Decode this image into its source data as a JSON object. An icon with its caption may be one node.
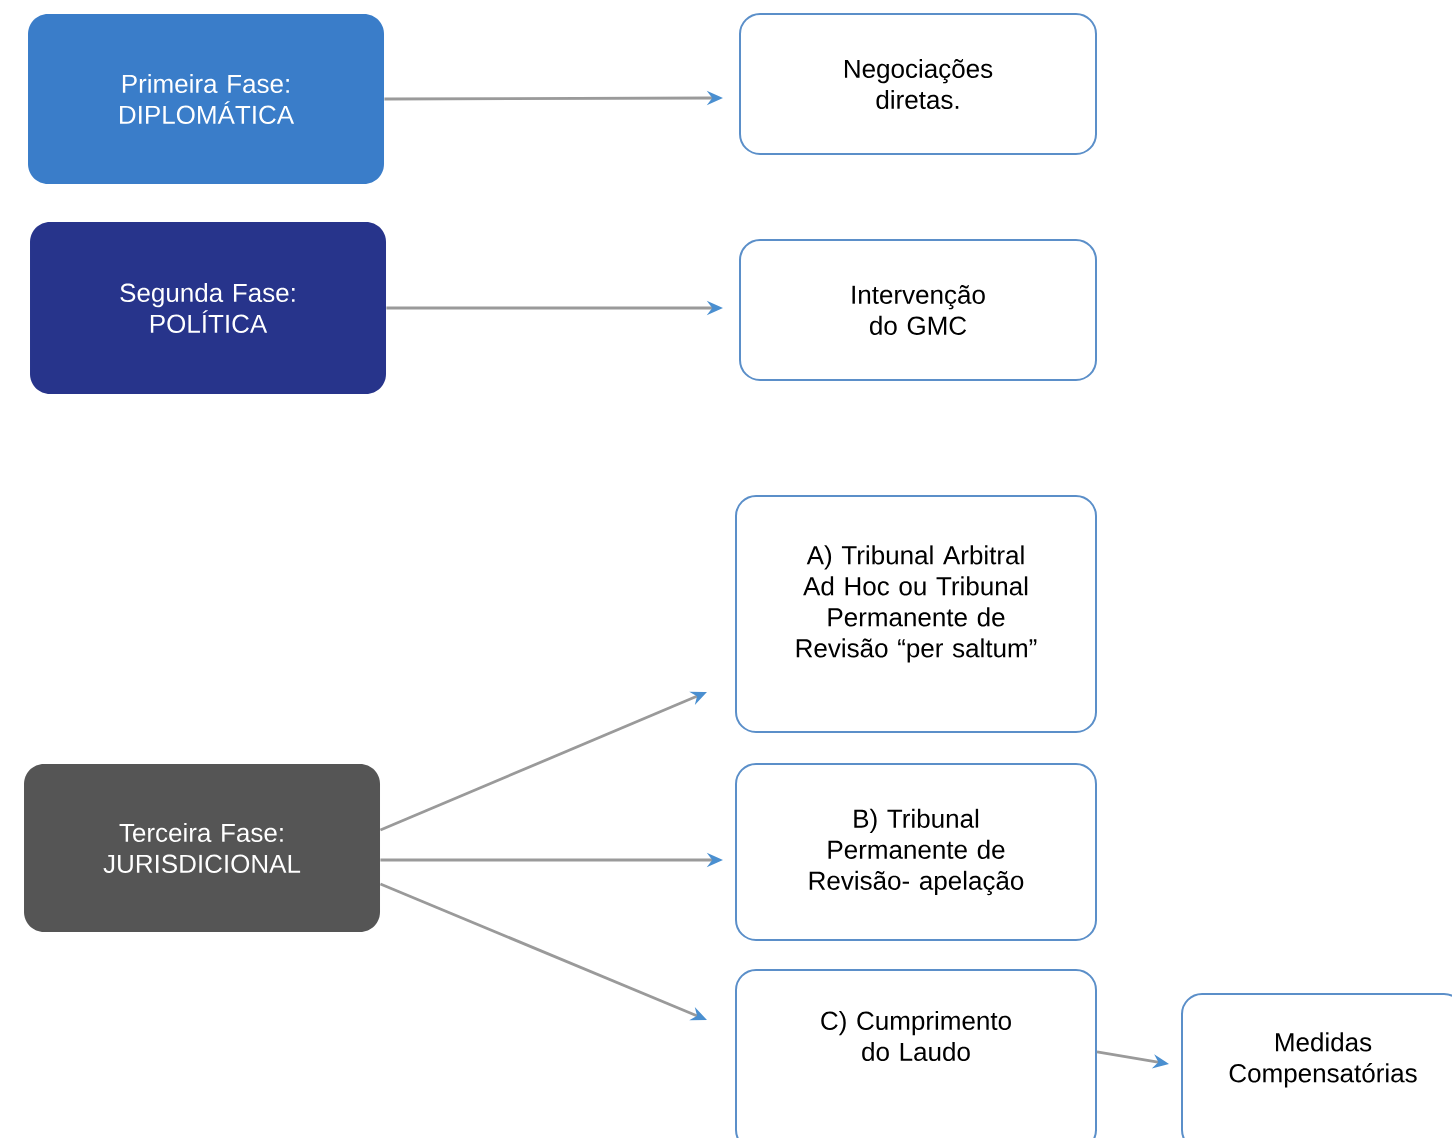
{
  "diagram": {
    "nodes": [
      {
        "text": [
          "Primeira Fase: DIPLOMÁTICA"
        ]
      },
      {
        "text": [
          "Negociações diretas."
        ]
      },
      {
        "text": [
          "Segunda Fase: POLÍTICA"
        ]
      },
      {
        "text": [
          "Intervenção do GMC"
        ]
      },
      {
        "text": [
          "Terceira Fase: JURISDICIONAL"
        ]
      },
      {
        "text": [
          "A) Tribunal Arbitral Ad Hoc ou Tribunal Permanente de Revisão “per saltum”"
        ]
      },
      {
        "text": [
          "B) Tribunal Permanente de Revisão- apelação"
        ]
      },
      {
        "text": [
          "C) Cumprimento do Laudo"
        ]
      },
      {
        "text": [
          "Medidas Compensatórias"
        ]
      }
    ],
    "edges": [
      {
        "from": 0,
        "to": 1,
        "arrow": "to"
      },
      {
        "from": 2,
        "to": 3,
        "arrow": "to"
      },
      {
        "from": 4,
        "to": 5,
        "arrow": "to"
      },
      {
        "from": 4,
        "to": 6,
        "arrow": "to"
      },
      {
        "from": 4,
        "to": 7,
        "arrow": "to"
      },
      {
        "from": 7,
        "to": 8,
        "arrow": "to"
      }
    ]
  }
}
